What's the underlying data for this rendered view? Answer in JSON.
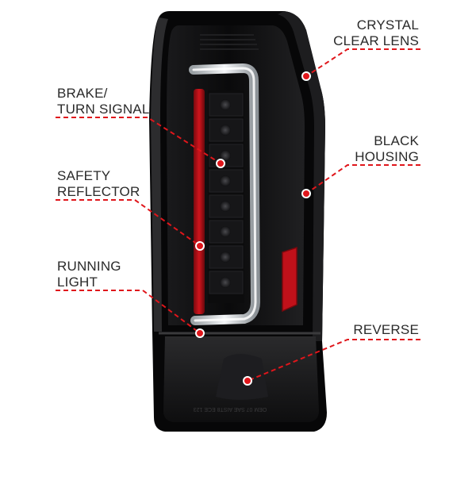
{
  "callouts": {
    "crystal_clear_lens": {
      "line1": "CRYSTAL",
      "line2": "CLEAR LENS"
    },
    "brake_turn_signal": {
      "line1": "BRAKE/",
      "line2": "TURN SIGNAL"
    },
    "black_housing": {
      "line1": "BLACK",
      "line2": "HOUSING"
    },
    "safety_reflector": {
      "line1": "SAFETY",
      "line2": "REFLECTOR"
    },
    "running_light": {
      "line1": "RUNNING",
      "line2": "LIGHT"
    },
    "reverse": {
      "line1": "REVERSE"
    }
  },
  "lens_molding_text": "OEM 07 SAE AIST8 ECE 123",
  "colors": {
    "callout_red": "#e0161b",
    "label_text": "#2a2a2a",
    "housing": "#0b0b0c",
    "reflector_red": "#c0111a",
    "light_bar": "#e9edf0"
  }
}
